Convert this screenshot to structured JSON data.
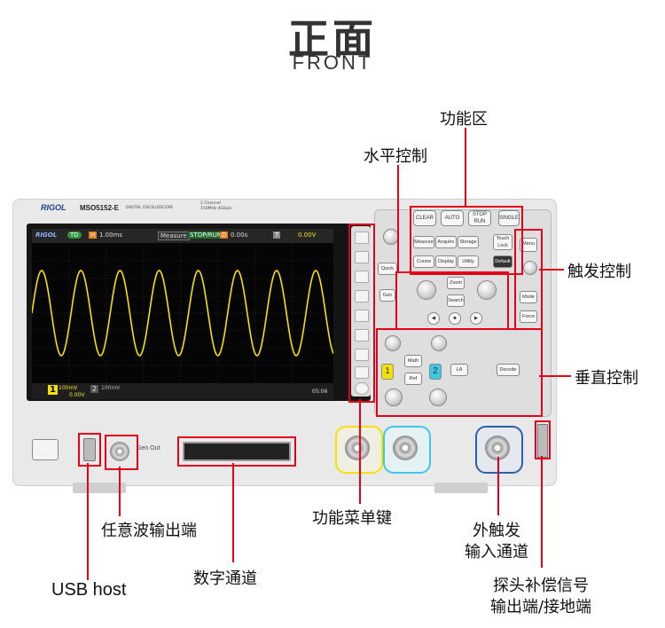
{
  "header": {
    "title_cn": "正面",
    "title_en": "FRONT"
  },
  "labels": {
    "function_area": "功能区",
    "horizontal_control": "水平控制",
    "trigger_control": "触发控制",
    "vertical_control": "垂直控制",
    "function_menu_keys": "功能菜单键",
    "arb_output": "任意波输出端",
    "digital_channel": "数字通道",
    "usb_host": "USB host",
    "ext_trigger_line1": "外触发",
    "ext_trigger_line2": "输入通道",
    "probe_comp_line1": "探头补偿信号",
    "probe_comp_line2": "输出端/接地端"
  },
  "device": {
    "brand": "RIGOL",
    "model": "MSO5152-E",
    "model_desc": "DIGITAL OSCILLOSCOPE",
    "spec_line1": "2 Channel",
    "spec_line2": "150MHz 4GSa/s",
    "gen_out_label": "Gen Out"
  },
  "screen": {
    "status": "TD",
    "timebase_label": "H",
    "timebase": "1.00ms",
    "measure_label": "Measure",
    "run_label": "STOP/RUN",
    "delay_label": "D",
    "delay": "0.00s",
    "trigger_label": "T",
    "trigger_level": "0.00V",
    "ch1_number": "1",
    "ch1_scale": "100mV",
    "ch1_offset": "0.00V",
    "ch2_number": "2",
    "ch2_scale": "100mV",
    "time": "05:06",
    "waveform_color": "#f5e100"
  },
  "buttons": {
    "clear": "CLEAR",
    "auto": "AUTO",
    "stop_run": "STOP RUN",
    "single": "SINGLE",
    "measure": "Measure",
    "acquire": "Acquire",
    "storage": "Storage",
    "touch_lock": "Touch Lock",
    "cursor": "Cursor",
    "display": "Display",
    "utility": "Utility",
    "default": "Default",
    "quick": "Quick",
    "gen": "Gen",
    "zoom": "Zoom",
    "search": "Search",
    "trigger_menu": "Menu",
    "trigger_mode": "Mode",
    "trigger_force": "Force",
    "math": "Math",
    "ref": "Ref",
    "ch1": "1",
    "ch2": "2",
    "la": "LA",
    "decode": "Decode"
  },
  "colors": {
    "accent_red": "#e3001b",
    "ch1_yellow": "#f5e100",
    "ch2_cyan": "#3cc8e6",
    "ext_blue": "#2c5fb0"
  }
}
